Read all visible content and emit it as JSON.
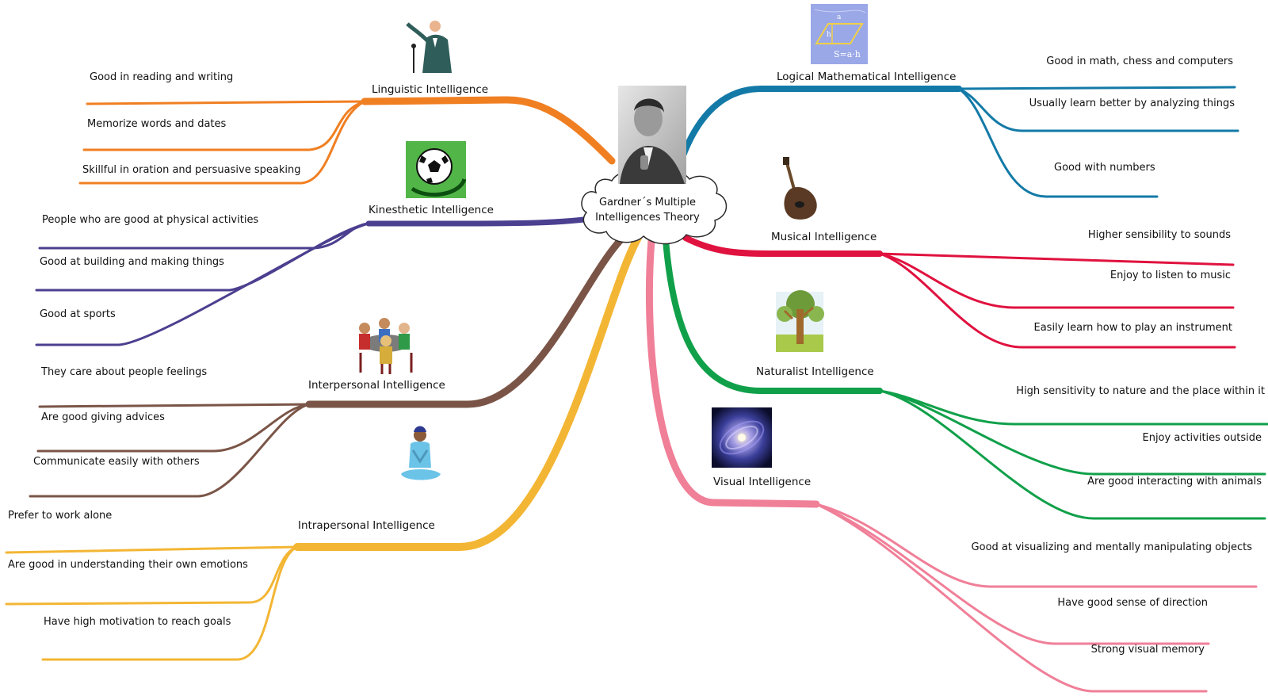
{
  "center": {
    "line1": "Gardner´s Multiple",
    "line2": "Intelligences Theory"
  },
  "colors": {
    "linguistic": "#f07f22",
    "kinesthetic": "#4b3f8f",
    "interpersonal": "#7a5547",
    "intrapersonal": "#f3b634",
    "logical": "#137aa7",
    "musical": "#e0123f",
    "naturalist": "#10a04a",
    "visual": "#f07f98"
  },
  "branches": {
    "linguistic": {
      "title": "Linguistic Intelligence",
      "items": [
        "Good in reading and writing",
        "Memorize words and dates",
        "Skillful in oration and persuasive speaking"
      ]
    },
    "kinesthetic": {
      "title": "Kinesthetic Intelligence",
      "items": [
        "People who are good at physical activities",
        "Good at building and making things",
        "Good at sports"
      ]
    },
    "interpersonal": {
      "title": "Interpersonal Intelligence",
      "items": [
        "They care about people feelings",
        "Are good giving advices",
        "Communicate easily with others"
      ]
    },
    "intrapersonal": {
      "title": "Intrapersonal Intelligence",
      "items": [
        "Prefer to work alone",
        "Are good in understanding their own emotions",
        "Have high motivation to reach goals"
      ]
    },
    "logical": {
      "title": "Logical Mathematical Intelligence",
      "items": [
        "Good in math, chess and computers",
        "Usually learn better by analyzing things",
        "Good with numbers"
      ]
    },
    "musical": {
      "title": "Musical Intelligence",
      "items": [
        "Higher sensibility to sounds",
        "Enjoy to listen to music",
        "Easily learn how to play an instrument"
      ]
    },
    "naturalist": {
      "title": "Naturalist Intelligence",
      "items": [
        "High sensitivity to nature and the place within it",
        "Enjoy activities outside",
        "Are good interacting with animals"
      ]
    },
    "visual": {
      "title": "Visual Intelligence",
      "items": [
        "Good at visualizing and mentally manipulating objects",
        "Have good sense of direction",
        "Strong visual memory"
      ]
    }
  },
  "images": {
    "center": "portrait-photo",
    "linguistic": "speaker-at-podium-clipart",
    "kinesthetic": "soccer-ball-clipart",
    "interpersonal": "people-at-table-clipart",
    "intrapersonal": "meditating-person-clipart",
    "logical": "math-formula-clipart",
    "musical": "bass-guitar-clipart",
    "naturalist": "tree-clipart",
    "visual": "galaxy-photo"
  }
}
